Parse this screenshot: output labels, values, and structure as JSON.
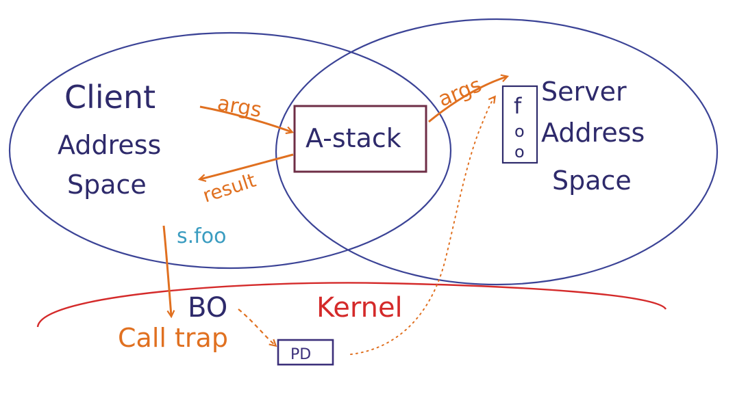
{
  "diagram": {
    "client_space": {
      "line1": "Client",
      "line2": "Address",
      "line3": "Space"
    },
    "server_space": {
      "line1": "Server",
      "line2": "Address",
      "line3": "Space"
    },
    "astack_label": "A-stack",
    "args_client_label": "args",
    "args_server_label": "args",
    "result_label": "result",
    "call_label": "s.foo",
    "bo_label": "BO",
    "kernel_label": "Kernel",
    "call_trap_label": "Call trap",
    "pd_label": "PD",
    "procedure_label": {
      "c1": "f",
      "c2": "o",
      "c3": "o"
    }
  },
  "colors": {
    "ellipse": "#3b4396",
    "text_main": "#2e2a6b",
    "orange": "#e07020",
    "kernel_red": "#d42a2a",
    "astack_box": "#6e2e46",
    "teal": "#3a9cc0"
  }
}
